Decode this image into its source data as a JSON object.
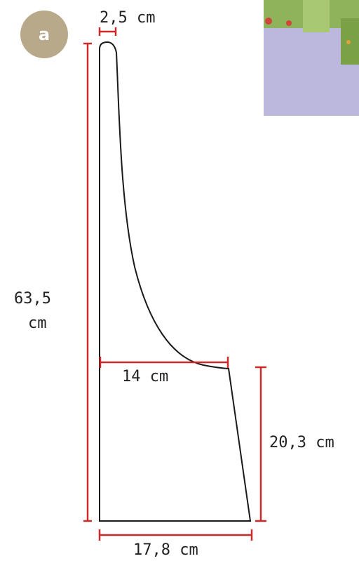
{
  "badge": {
    "label": "a",
    "color": "#b8a98a"
  },
  "dimensions": {
    "top_width": "2,5 cm",
    "height_line1": "63,5",
    "height_line2": "cm",
    "mid_width": "14 cm",
    "lower_height": "20,3 cm",
    "bottom_width": "17,8 cm"
  },
  "colors": {
    "pattern_outline": "#1a1a1a",
    "dimension_lines": "#cc2a2a",
    "photo_green": "#8fb35a",
    "photo_lavender": "#bcb7dc"
  }
}
